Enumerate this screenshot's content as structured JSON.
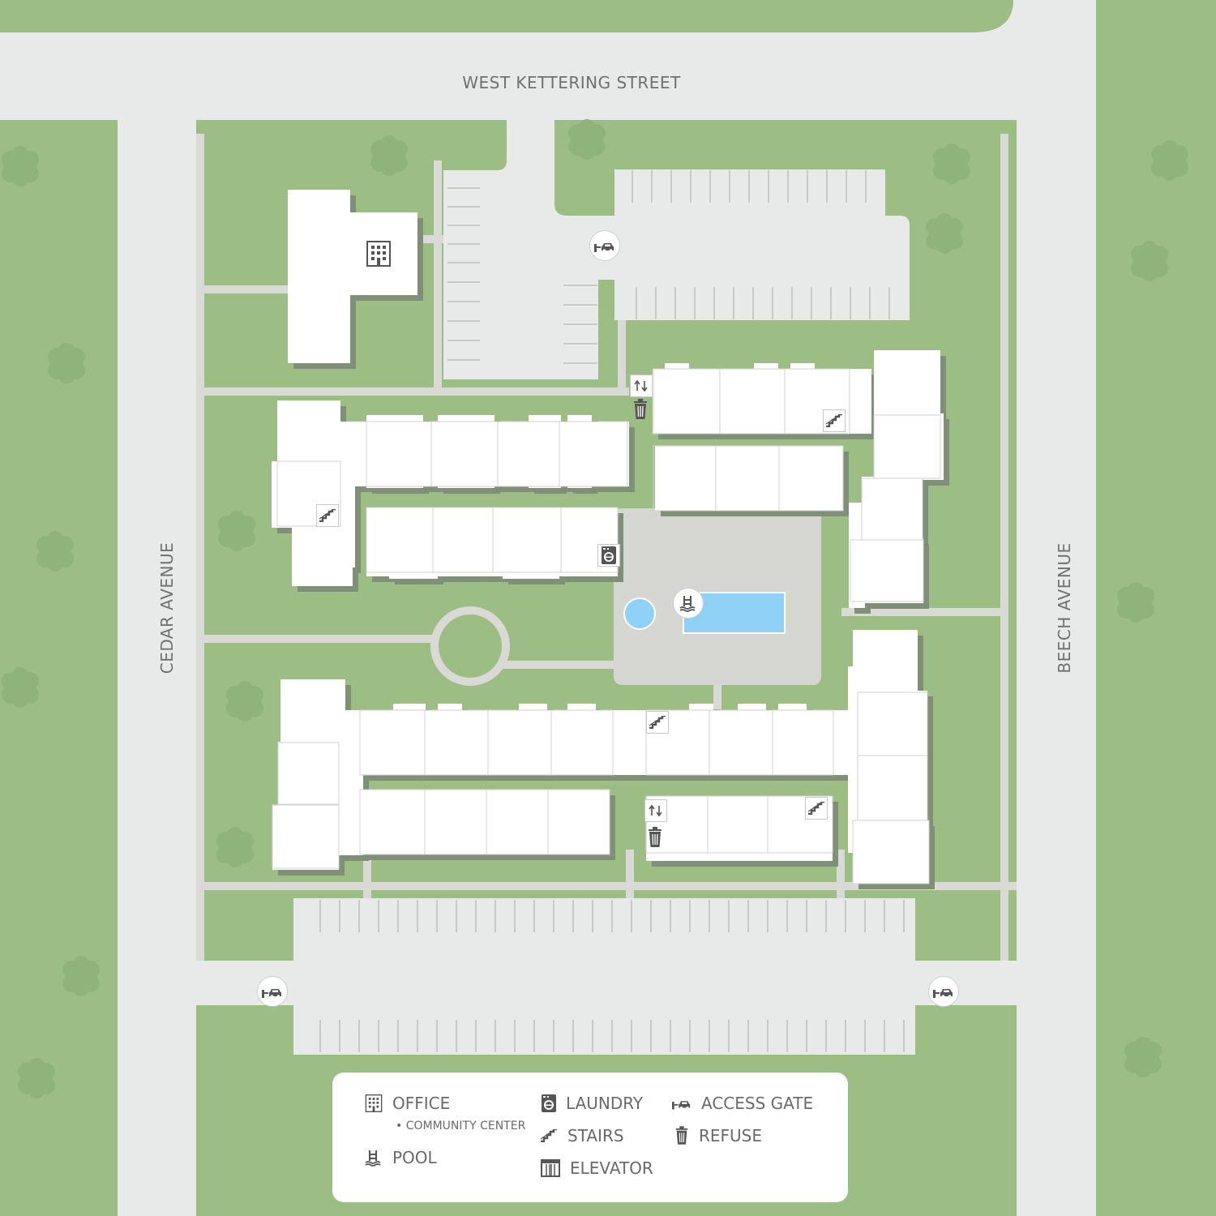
{
  "streets": {
    "north": "WEST KETTERING STREET",
    "west": "CEDAR AVENUE",
    "east": "BEECH AVENUE"
  },
  "legend": {
    "office": "OFFICE",
    "office_sub": "COMMUNITY CENTER",
    "pool": "POOL",
    "laundry": "LAUNDRY",
    "stairs": "STAIRS",
    "elevator": "ELEVATOR",
    "access_gate": "ACCESS GATE",
    "refuse": "REFUSE"
  },
  "colors": {
    "grass": "#9cbe85",
    "road": "#e8e9e9",
    "building": "#ffffff",
    "shadow": "#7f8f78",
    "pool": "#8fd1f7",
    "deck": "#d5d6d2",
    "icon": "#555555"
  },
  "icons": [
    "office-icon",
    "pool-icon",
    "laundry-icon",
    "stairs-icon",
    "elevator-icon",
    "access-gate-icon",
    "refuse-icon"
  ]
}
